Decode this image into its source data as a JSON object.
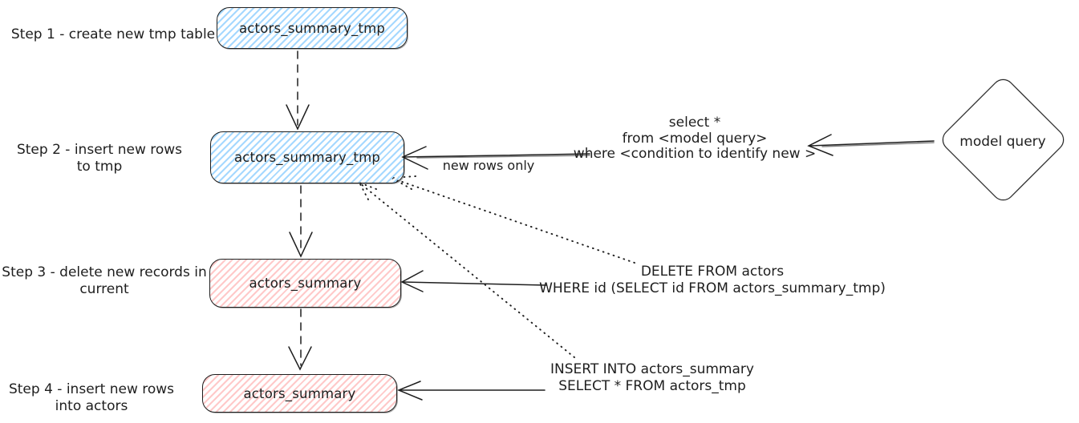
{
  "colors": {
    "blue_fill": "#a5d8ff",
    "red_fill": "#ffc9c9",
    "stroke": "#1e1e1e"
  },
  "steps": [
    {
      "label1": "Step 1 - create new tmp table",
      "label2": "",
      "box_label": "actors_summary_tmp",
      "box_style": "blue"
    },
    {
      "label1": "Step 2 - insert new rows",
      "label2": "to tmp",
      "box_label": "actors_summary_tmp",
      "box_style": "blue"
    },
    {
      "label1": "Step 3 - delete new records in",
      "label2": "current",
      "box_label": "actors_summary",
      "box_style": "red"
    },
    {
      "label1": "Step 4 - insert new rows",
      "label2": "into actors",
      "box_label": "actors_summary",
      "box_style": "red"
    }
  ],
  "annotations": {
    "new_rows_only": "new rows only",
    "select_query_line1": "select *",
    "select_query_line2": "from <model query>",
    "select_query_line3": "where <condition to identify new >",
    "delete_sql_line1": "DELETE FROM actors",
    "delete_sql_line2": "WHERE id (SELECT id FROM actors_summary_tmp)",
    "insert_sql_line1": "INSERT INTO actors_summary",
    "insert_sql_line2": "SELECT * FROM actors_tmp",
    "model_query": "model query"
  }
}
